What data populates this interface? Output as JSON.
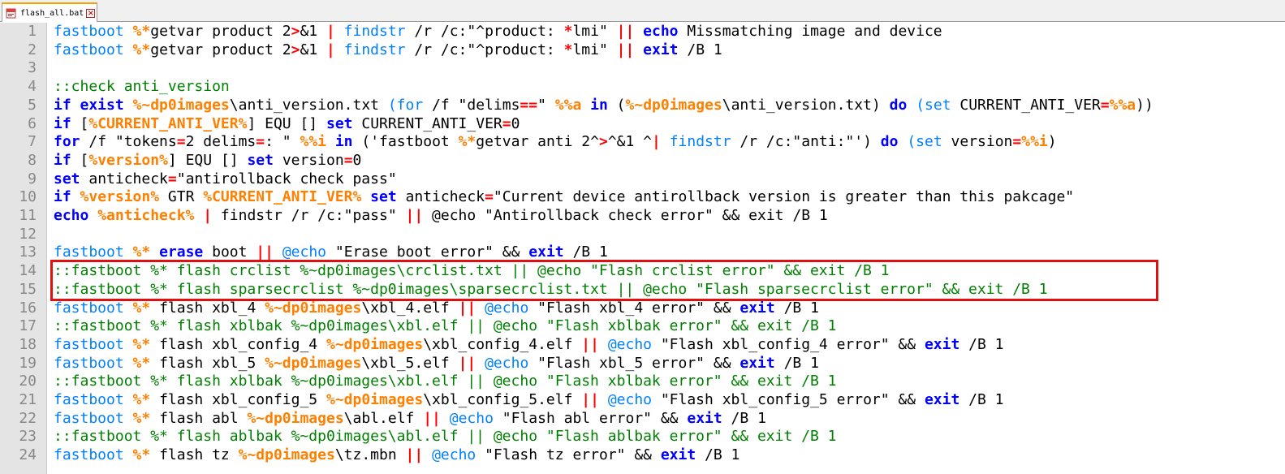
{
  "tab": {
    "filename": "flash_all.bat",
    "icon": "bat-file-icon",
    "close_icon": "close-icon"
  },
  "colors": {
    "keyword": "#0000ff",
    "command": "#0080ff",
    "variable": "#ff8000",
    "operator": "#ff0000",
    "comment": "#008000",
    "highlight_box": "#e01010"
  },
  "lines": [
    {
      "n": "1",
      "segs": [
        [
          "cmd",
          "fastboot "
        ],
        [
          "var",
          "%*"
        ],
        [
          "",
          "getvar product 2"
        ],
        [
          "op",
          ">"
        ],
        [
          "",
          "&1 "
        ],
        [
          "op",
          "|"
        ],
        [
          "cmd",
          " findstr"
        ],
        [
          "",
          " /r /c:\"^product: "
        ],
        [
          "op",
          "*"
        ],
        [
          "",
          "lmi\" "
        ],
        [
          "op",
          "||"
        ],
        [
          "",
          " "
        ],
        [
          "kw",
          "echo"
        ],
        [
          "",
          " Missmatching image and device"
        ]
      ]
    },
    {
      "n": "2",
      "segs": [
        [
          "cmd",
          "fastboot "
        ],
        [
          "var",
          "%*"
        ],
        [
          "",
          "getvar product 2"
        ],
        [
          "op",
          ">"
        ],
        [
          "",
          "&1 "
        ],
        [
          "op",
          "|"
        ],
        [
          "cmd",
          " findstr"
        ],
        [
          "",
          " /r /c:\"^product: "
        ],
        [
          "op",
          "*"
        ],
        [
          "",
          "lmi\" "
        ],
        [
          "op",
          "||"
        ],
        [
          "",
          " "
        ],
        [
          "kw",
          "exit"
        ],
        [
          "",
          " /B 1"
        ]
      ]
    },
    {
      "n": "3",
      "segs": []
    },
    {
      "n": "4",
      "segs": [
        [
          "cm",
          "::check anti_version"
        ]
      ]
    },
    {
      "n": "5",
      "segs": [
        [
          "kw",
          "if exist "
        ],
        [
          "var",
          "%~dp0images"
        ],
        [
          "",
          "\\anti_version.txt "
        ],
        [
          "cmd",
          "(for"
        ],
        [
          "",
          " /f \"delims"
        ],
        [
          "op",
          "=="
        ],
        [
          "",
          "\" "
        ],
        [
          "var",
          "%%a"
        ],
        [
          "",
          " "
        ],
        [
          "kw",
          "in"
        ],
        [
          "",
          " ("
        ],
        [
          "var",
          "%~dp0images"
        ],
        [
          "",
          "\\anti_version.txt) "
        ],
        [
          "kw",
          "do"
        ],
        [
          "",
          " "
        ],
        [
          "cmd",
          "(set"
        ],
        [
          "",
          " CURRENT_ANTI_VER"
        ],
        [
          "op",
          "="
        ],
        [
          "var",
          "%%a"
        ],
        [
          "",
          "))"
        ]
      ]
    },
    {
      "n": "6",
      "segs": [
        [
          "kw",
          "if"
        ],
        [
          "",
          " ["
        ],
        [
          "var",
          "%CURRENT_ANTI_VER%"
        ],
        [
          "",
          "] EQU [] "
        ],
        [
          "kw",
          "set"
        ],
        [
          "",
          " CURRENT_ANTI_VER"
        ],
        [
          "op",
          "="
        ],
        [
          "",
          "0"
        ]
      ]
    },
    {
      "n": "7",
      "segs": [
        [
          "kw",
          "for"
        ],
        [
          "",
          " /f \"tokens"
        ],
        [
          "op",
          "="
        ],
        [
          "",
          "2 delims"
        ],
        [
          "op",
          "="
        ],
        [
          "",
          ": \" "
        ],
        [
          "var",
          "%%i"
        ],
        [
          "",
          " "
        ],
        [
          "kw",
          "in"
        ],
        [
          "",
          " ('fastboot "
        ],
        [
          "var",
          "%*"
        ],
        [
          "",
          "getvar anti 2^"
        ],
        [
          "op",
          ">"
        ],
        [
          "",
          "^&1 ^"
        ],
        [
          "op",
          "|"
        ],
        [
          "cmd",
          " findstr"
        ],
        [
          "",
          " /r /c:\"anti:\"') "
        ],
        [
          "kw",
          "do"
        ],
        [
          "",
          " "
        ],
        [
          "cmd",
          "(set"
        ],
        [
          "",
          " version"
        ],
        [
          "op",
          "="
        ],
        [
          "var",
          "%%i"
        ],
        [
          "",
          ")"
        ]
      ]
    },
    {
      "n": "8",
      "segs": [
        [
          "kw",
          "if"
        ],
        [
          "",
          " ["
        ],
        [
          "var",
          "%version%"
        ],
        [
          "",
          "] EQU [] "
        ],
        [
          "kw",
          "set"
        ],
        [
          "",
          " version"
        ],
        [
          "op",
          "="
        ],
        [
          "",
          "0"
        ]
      ]
    },
    {
      "n": "9",
      "segs": [
        [
          "kw",
          "set"
        ],
        [
          "",
          " anticheck"
        ],
        [
          "op",
          "="
        ],
        [
          "",
          "\"antirollback check pass\""
        ]
      ]
    },
    {
      "n": "10",
      "segs": [
        [
          "kw",
          "if "
        ],
        [
          "var",
          "%version%"
        ],
        [
          "",
          " GTR "
        ],
        [
          "var",
          "%CURRENT_ANTI_VER%"
        ],
        [
          "",
          " "
        ],
        [
          "kw",
          "set"
        ],
        [
          "",
          " anticheck"
        ],
        [
          "op",
          "="
        ],
        [
          "",
          "\"Current device antirollback version is greater than this pakcage\""
        ]
      ]
    },
    {
      "n": "11",
      "segs": [
        [
          "kw",
          "echo "
        ],
        [
          "var",
          "%anticheck%"
        ],
        [
          "",
          " "
        ],
        [
          "op",
          "|"
        ],
        [
          "",
          " findstr /r /c:\"pass\" "
        ],
        [
          "op",
          "||"
        ],
        [
          "",
          " @echo \"Antirollback check error\" && exit /B 1"
        ]
      ]
    },
    {
      "n": "12",
      "segs": []
    },
    {
      "n": "13",
      "segs": [
        [
          "cmd",
          "fastboot "
        ],
        [
          "var",
          "%*"
        ],
        [
          "",
          " "
        ],
        [
          "kw",
          "erase"
        ],
        [
          "",
          " boot "
        ],
        [
          "op",
          "||"
        ],
        [
          "",
          " "
        ],
        [
          "cmd",
          "@echo"
        ],
        [
          "",
          " \"Erase boot error\" && "
        ],
        [
          "kw",
          "exit"
        ],
        [
          "",
          " /B 1"
        ]
      ]
    },
    {
      "n": "14",
      "segs": [
        [
          "cm",
          "::fastboot %* flash crclist %~dp0images\\crclist.txt || @echo \"Flash crclist error\" && exit /B 1"
        ]
      ]
    },
    {
      "n": "15",
      "segs": [
        [
          "cm",
          "::fastboot %* flash sparsecrclist %~dp0images\\sparsecrclist.txt || @echo \"Flash sparsecrclist error\" && exit /B 1"
        ]
      ]
    },
    {
      "n": "16",
      "segs": [
        [
          "cmd",
          "fastboot "
        ],
        [
          "var",
          "%*"
        ],
        [
          "",
          " flash xbl_4 "
        ],
        [
          "var",
          "%~dp0images"
        ],
        [
          "",
          "\\xbl_4.elf "
        ],
        [
          "op",
          "||"
        ],
        [
          "",
          " "
        ],
        [
          "cmd",
          "@echo"
        ],
        [
          "",
          " \"Flash xbl_4 error\" && "
        ],
        [
          "kw",
          "exit"
        ],
        [
          "",
          " /B 1"
        ]
      ]
    },
    {
      "n": "17",
      "segs": [
        [
          "cm",
          "::fastboot %* flash xblbak %~dp0images\\xbl.elf || @echo \"Flash xblbak error\" && exit /B 1"
        ]
      ]
    },
    {
      "n": "18",
      "segs": [
        [
          "cmd",
          "fastboot "
        ],
        [
          "var",
          "%*"
        ],
        [
          "",
          " flash xbl_config_4 "
        ],
        [
          "var",
          "%~dp0images"
        ],
        [
          "",
          "\\xbl_config_4.elf "
        ],
        [
          "op",
          "||"
        ],
        [
          "",
          " "
        ],
        [
          "cmd",
          "@echo"
        ],
        [
          "",
          " \"Flash xbl_config_4 error\" && "
        ],
        [
          "kw",
          "exit"
        ],
        [
          "",
          " /B 1"
        ]
      ]
    },
    {
      "n": "19",
      "segs": [
        [
          "cmd",
          "fastboot "
        ],
        [
          "var",
          "%*"
        ],
        [
          "",
          " flash xbl_5 "
        ],
        [
          "var",
          "%~dp0images"
        ],
        [
          "",
          "\\xbl_5.elf "
        ],
        [
          "op",
          "||"
        ],
        [
          "",
          " "
        ],
        [
          "cmd",
          "@echo"
        ],
        [
          "",
          " \"Flash xbl_5 error\" && "
        ],
        [
          "kw",
          "exit"
        ],
        [
          "",
          " /B 1"
        ]
      ]
    },
    {
      "n": "20",
      "segs": [
        [
          "cm",
          "::fastboot %* flash xblbak %~dp0images\\xbl.elf || @echo \"Flash xblbak error\" && exit /B 1"
        ]
      ]
    },
    {
      "n": "21",
      "segs": [
        [
          "cmd",
          "fastboot "
        ],
        [
          "var",
          "%*"
        ],
        [
          "",
          " flash xbl_config_5 "
        ],
        [
          "var",
          "%~dp0images"
        ],
        [
          "",
          "\\xbl_config_5.elf "
        ],
        [
          "op",
          "||"
        ],
        [
          "",
          " "
        ],
        [
          "cmd",
          "@echo"
        ],
        [
          "",
          " \"Flash xbl_config_5 error\" && "
        ],
        [
          "kw",
          "exit"
        ],
        [
          "",
          " /B 1"
        ]
      ]
    },
    {
      "n": "22",
      "segs": [
        [
          "cmd",
          "fastboot "
        ],
        [
          "var",
          "%*"
        ],
        [
          "",
          " flash abl "
        ],
        [
          "var",
          "%~dp0images"
        ],
        [
          "",
          "\\abl.elf "
        ],
        [
          "op",
          "||"
        ],
        [
          "",
          " "
        ],
        [
          "cmd",
          "@echo"
        ],
        [
          "",
          " \"Flash abl error\" && "
        ],
        [
          "kw",
          "exit"
        ],
        [
          "",
          " /B 1"
        ]
      ]
    },
    {
      "n": "23",
      "segs": [
        [
          "cm",
          "::fastboot %* flash ablbak %~dp0images\\abl.elf || @echo \"Flash ablbak error\" && exit /B 1"
        ]
      ]
    },
    {
      "n": "24",
      "segs": [
        [
          "cmd",
          "fastboot "
        ],
        [
          "var",
          "%*"
        ],
        [
          "",
          " flash tz "
        ],
        [
          "var",
          "%~dp0images"
        ],
        [
          "",
          "\\tz.mbn "
        ],
        [
          "op",
          "||"
        ],
        [
          "",
          " "
        ],
        [
          "cmd",
          "@echo"
        ],
        [
          "",
          " \"Flash tz error\" && "
        ],
        [
          "kw",
          "exit"
        ],
        [
          "",
          " /B 1"
        ]
      ]
    }
  ]
}
